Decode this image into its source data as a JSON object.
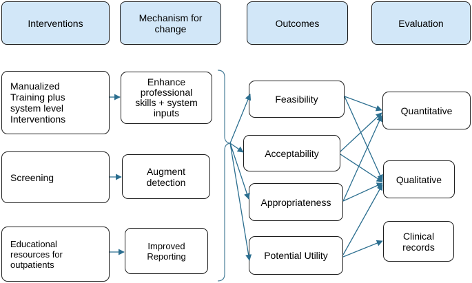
{
  "headers": {
    "interventions": "Interventions",
    "mechanism": "Mechanism for\nchange",
    "outcomes": "Outcomes",
    "evaluation": "Evaluation"
  },
  "interventions": {
    "training": "Manualized\nTraining plus\nsystem level\nInterventions",
    "screening": "Screening",
    "educational": "Educational\nresources for\noutpatients"
  },
  "mechanisms": {
    "enhance": "Enhance\nprofessional\nskills + system\ninputs",
    "augment": "Augment\ndetection",
    "improved": "Improved\nReporting"
  },
  "outcomes": {
    "feasibility": "Feasibility",
    "acceptability": "Acceptability",
    "appropriateness": "Appropriateness",
    "utility": "Potential Utility"
  },
  "evaluation": {
    "quantitative": "Quantitative",
    "qualitative": "Qualitative",
    "clinical": "Clinical\nrecords"
  },
  "colors": {
    "header_fill": "#d2e7f8",
    "border": "#1c1c1c",
    "arrow": "#2b6e8f"
  }
}
